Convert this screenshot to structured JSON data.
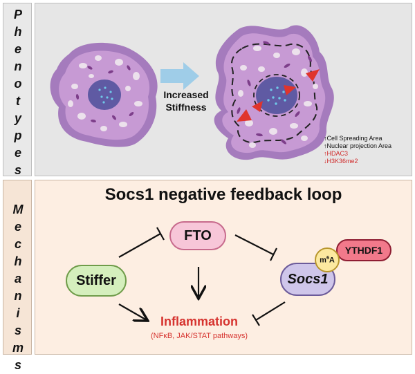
{
  "phenotypes_label": [
    "P",
    "h",
    "e",
    "n",
    "o",
    "t",
    "y",
    "p",
    "e",
    "s"
  ],
  "mechanisms_label": [
    "M",
    "e",
    "c",
    "h",
    "a",
    "n",
    "i",
    "s",
    "m",
    "s"
  ],
  "stiffness_label": [
    "Increased",
    "Stiffness"
  ],
  "phenotype_changes": [
    {
      "text": "↑Cell Spreading Area",
      "color": "#111111"
    },
    {
      "text": "↑Nuclear projection Area",
      "color": "#111111"
    },
    {
      "text": "↑HDAC3",
      "color": "#d02a2a"
    },
    {
      "text": "↓H3K36me2",
      "color": "#d02a2a"
    }
  ],
  "mechanism_title": "Socs1 negative feedback loop",
  "nodes": {
    "fto": "FTO",
    "stiffer": "Stiffer",
    "socs1": "Socs1",
    "ythdf1": "YTHDF1",
    "m6a_base": "m",
    "m6a_sup": "6",
    "m6a_tail": "A"
  },
  "inflammation": "Inflammation",
  "pathways": "(NFκB,  JAK/STAT pathways)",
  "colors": {
    "cell_outer": "#a57bbd",
    "cell_inner": "#c79ad4",
    "nucleus": "#5f5aa3",
    "arrow_blue": "#9fcde8",
    "red_arrow": "#e0342c",
    "inflammation": "#d6332f"
  }
}
